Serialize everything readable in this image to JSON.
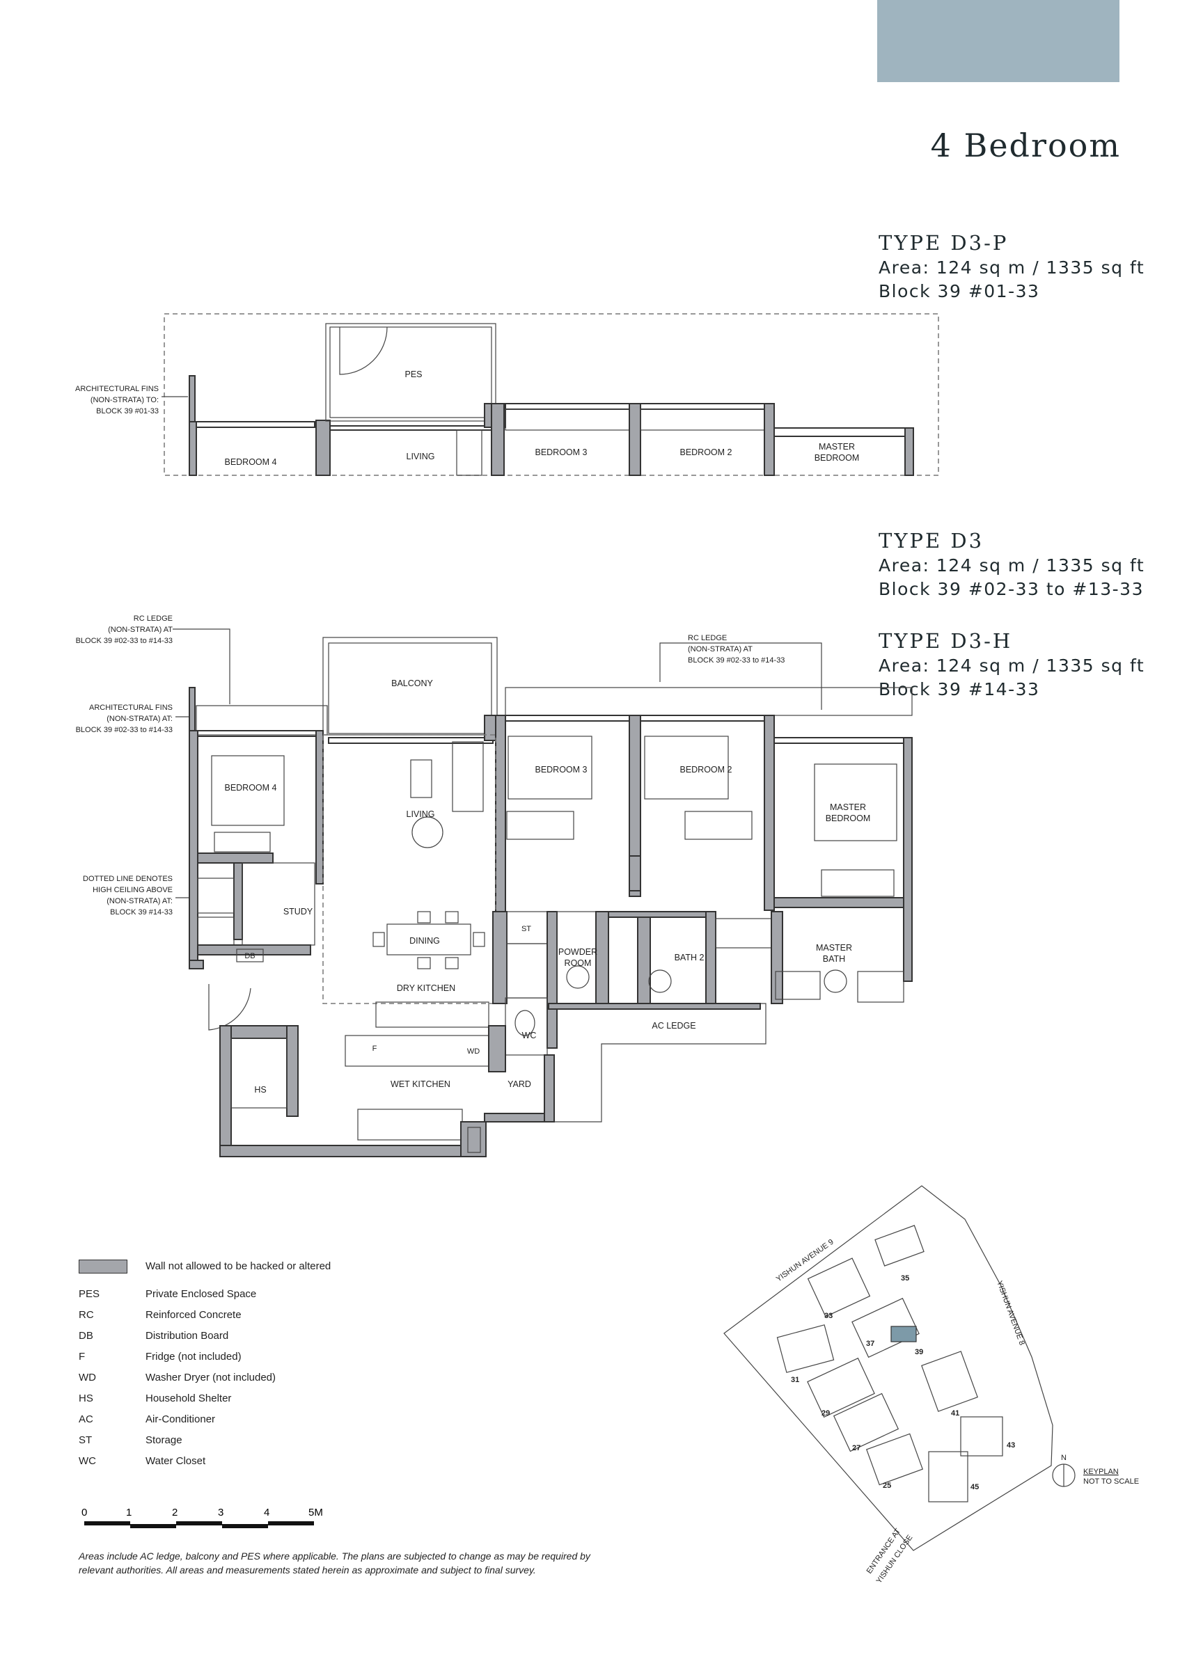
{
  "header": {
    "accent_color": "#9fb4bf",
    "title": "4 Bedroom"
  },
  "types": [
    {
      "name": "TYPE D3-P",
      "area": "Area: 124 sq m / 1335 sq ft",
      "block": "Block 39 #01-33"
    },
    {
      "name": "TYPE D3",
      "area": "Area: 124 sq m / 1335 sq ft",
      "block": "Block 39 #02-33 to #13-33"
    },
    {
      "name": "TYPE D3-H",
      "area": "Area: 124 sq m / 1335 sq ft",
      "block": "Block 39 #14-33"
    }
  ],
  "top_plan": {
    "fins_note": [
      "ARCHITECTURAL FINS",
      "(NON-STRATA) TO:",
      "BLOCK 39 #01-33"
    ],
    "rooms": {
      "pes": "PES",
      "bedroom4": "BEDROOM 4",
      "living": "LIVING",
      "bedroom3": "BEDROOM 3",
      "bedroom2": "BEDROOM 2",
      "master_1": "MASTER",
      "master_2": "BEDROOM"
    }
  },
  "main_plan": {
    "notes": {
      "rc_ledge_left": [
        "RC LEDGE",
        "(NON-STRATA) AT",
        "BLOCK 39 #02-33 to #14-33"
      ],
      "fins": [
        "ARCHITECTURAL FINS",
        "(NON-STRATA) AT:",
        "BLOCK 39 #02-33 to #14-33"
      ],
      "dotted": [
        "DOTTED LINE DENOTES",
        "HIGH CEILING ABOVE",
        "(NON-STRATA) AT:",
        "BLOCK 39 #14-33"
      ],
      "rc_ledge_right": [
        "RC LEDGE",
        "(NON-STRATA) AT",
        "BLOCK 39 #02-33 to #14-33"
      ]
    },
    "rooms": {
      "balcony": "BALCONY",
      "bedroom4": "BEDROOM 4",
      "living": "LIVING",
      "bedroom3": "BEDROOM 3",
      "bedroom2": "BEDROOM 2",
      "master_1": "MASTER",
      "master_2": "BEDROOM",
      "study": "STUDY",
      "dining": "DINING",
      "dry_kitchen": "DRY KITCHEN",
      "st": "ST",
      "powder_1": "POWDER",
      "powder_2": "ROOM",
      "bath2": "BATH 2",
      "master_bath_1": "MASTER",
      "master_bath_2": "BATH",
      "db": "DB",
      "wc": "WC",
      "ac_ledge": "AC LEDGE",
      "hs": "HS",
      "f": "F",
      "wd": "WD",
      "wet_kitchen": "WET KITCHEN",
      "yard": "YARD"
    }
  },
  "legend": {
    "wall_desc": "Wall not allowed to be hacked or altered",
    "items": [
      {
        "key": "PES",
        "desc": "Private Enclosed Space"
      },
      {
        "key": "RC",
        "desc": "Reinforced Concrete"
      },
      {
        "key": "DB",
        "desc": "Distribution Board"
      },
      {
        "key": "F",
        "desc": "Fridge (not included)"
      },
      {
        "key": "WD",
        "desc": "Washer Dryer (not included)"
      },
      {
        "key": "HS",
        "desc": "Household Shelter"
      },
      {
        "key": "AC",
        "desc": "Air-Conditioner"
      },
      {
        "key": "ST",
        "desc": "Storage"
      },
      {
        "key": "WC",
        "desc": "Water Closet"
      }
    ]
  },
  "scale": {
    "ticks": [
      "0",
      "1",
      "2",
      "3",
      "4",
      "5M"
    ]
  },
  "disclaimer": "Areas include AC ledge, balcony and PES where applicable. The plans are subjected to change as may be required by relevant authorities. All areas and measurements stated herein as approximate and subject to final survey.",
  "keyplan": {
    "road1": "YISHUN AVENUE 9",
    "road2": "YISHUN AVENUE 8",
    "entrance_1": "ENTRANCE AT",
    "entrance_2": "YISHUN CLOSE",
    "north": "N",
    "title": "KEYPLAN",
    "subtitle": "NOT TO SCALE",
    "highlight_color": "#7d9aa8",
    "blocks": [
      "35",
      "33",
      "37",
      "39",
      "31",
      "29",
      "27",
      "25",
      "41",
      "43",
      "45"
    ]
  }
}
